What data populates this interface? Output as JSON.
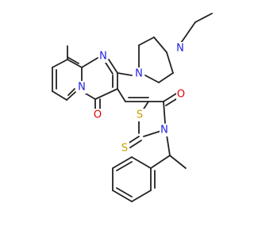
{
  "colors": {
    "background": "#ffffff",
    "bond": "#222222",
    "nitrogen": "#1f1fe0",
    "oxygen": "#e00000",
    "sulfur": "#c8a000"
  },
  "atom_labels": {
    "n_piperazine_top": "N",
    "n_piperazine_bottom": "N",
    "n_pyrimidine": "N",
    "n_bridge": "N",
    "n_thiazolidinone": "N",
    "o_pyridopyrimidinone": "O",
    "o_thiazolidinone": "O",
    "s_ring": "S",
    "s_thione": "S"
  }
}
